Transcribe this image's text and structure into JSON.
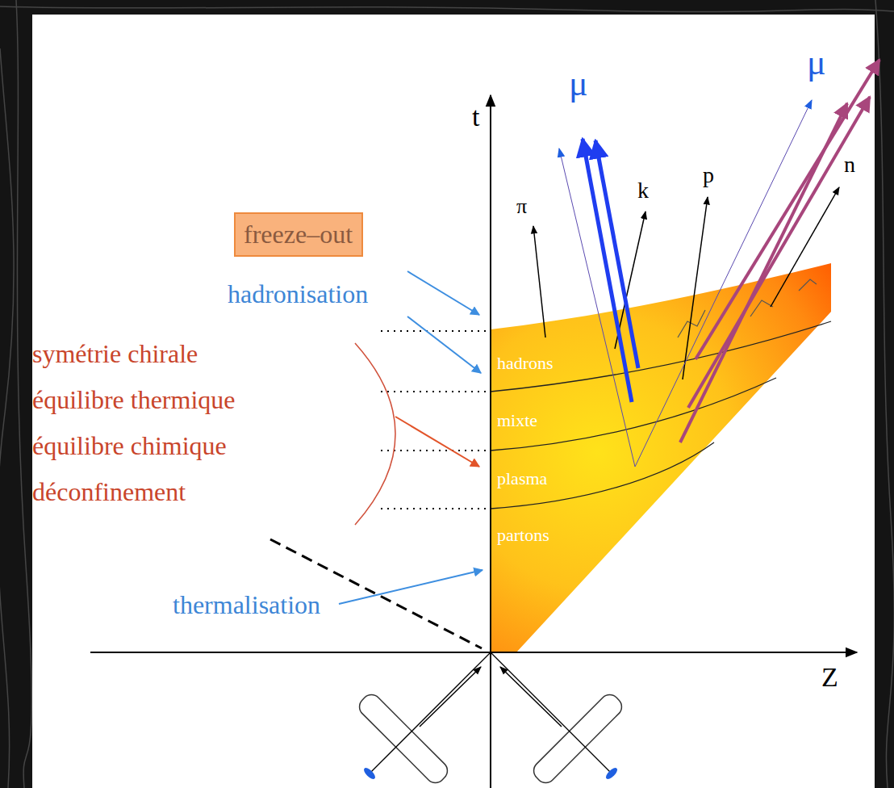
{
  "diagram": {
    "nodes": [
      {
        "text": [
          "freeze–out"
        ]
      }
    ],
    "labels": [
      "hadronisation",
      "symétrie chirale",
      "équilibre thermique",
      "équilibre chimique",
      "déconfinement",
      "thermalisation",
      "t",
      "Z",
      "μ",
      "μ",
      "π",
      "k",
      "p",
      "n",
      "hadrons",
      "mixte",
      "plasma",
      "partons"
    ]
  }
}
